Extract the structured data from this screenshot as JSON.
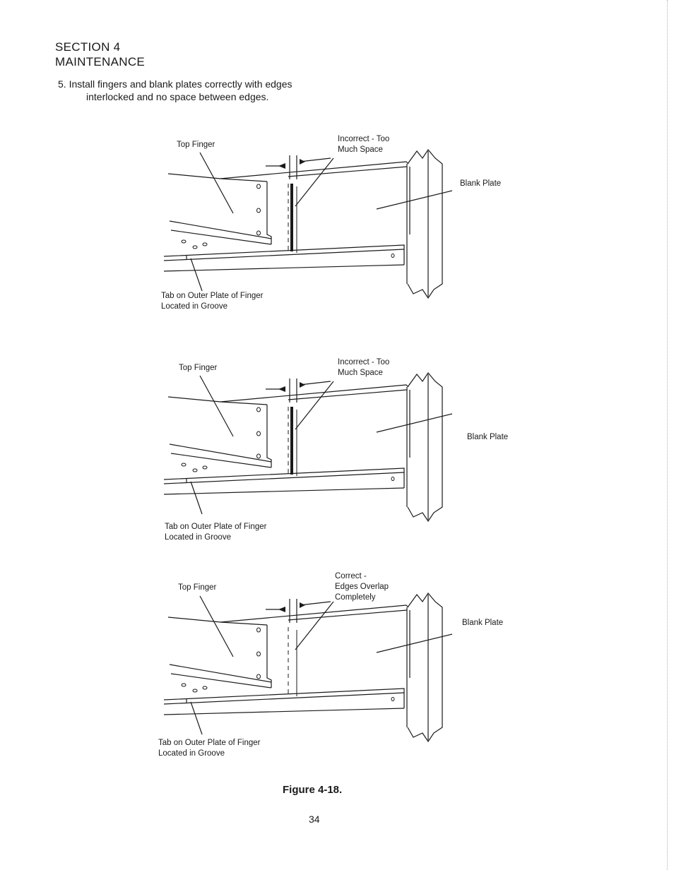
{
  "header": {
    "section": "SECTION 4",
    "subsection": "MAINTENANCE"
  },
  "instruction": {
    "line1": "5.  Install fingers and blank plates correctly with edges",
    "line2": "interlocked and no space between edges."
  },
  "figures": [
    {
      "top_finger": "Top Finger",
      "status_line1": "Incorrect - Too",
      "status_line2": "Much Space",
      "blank_plate": "Blank Plate",
      "tab_line1": "Tab on Outer Plate of Finger",
      "tab_line2": "Located in Groove"
    },
    {
      "top_finger": "Top Finger",
      "status_line1": "Incorrect - Too",
      "status_line2": "Much Space",
      "blank_plate": "Blank Plate",
      "tab_line1": "Tab on Outer Plate of Finger",
      "tab_line2": "Located in Groove"
    },
    {
      "top_finger": "Top Finger",
      "status_line1": "Correct -",
      "status_line2": "Edges Overlap",
      "status_line3": "Completely",
      "blank_plate": "Blank Plate",
      "tab_line1": "Tab on Outer Plate of Finger",
      "tab_line2": "Located in Groove"
    }
  ],
  "caption": "Figure 4-18.",
  "page_number": "34"
}
